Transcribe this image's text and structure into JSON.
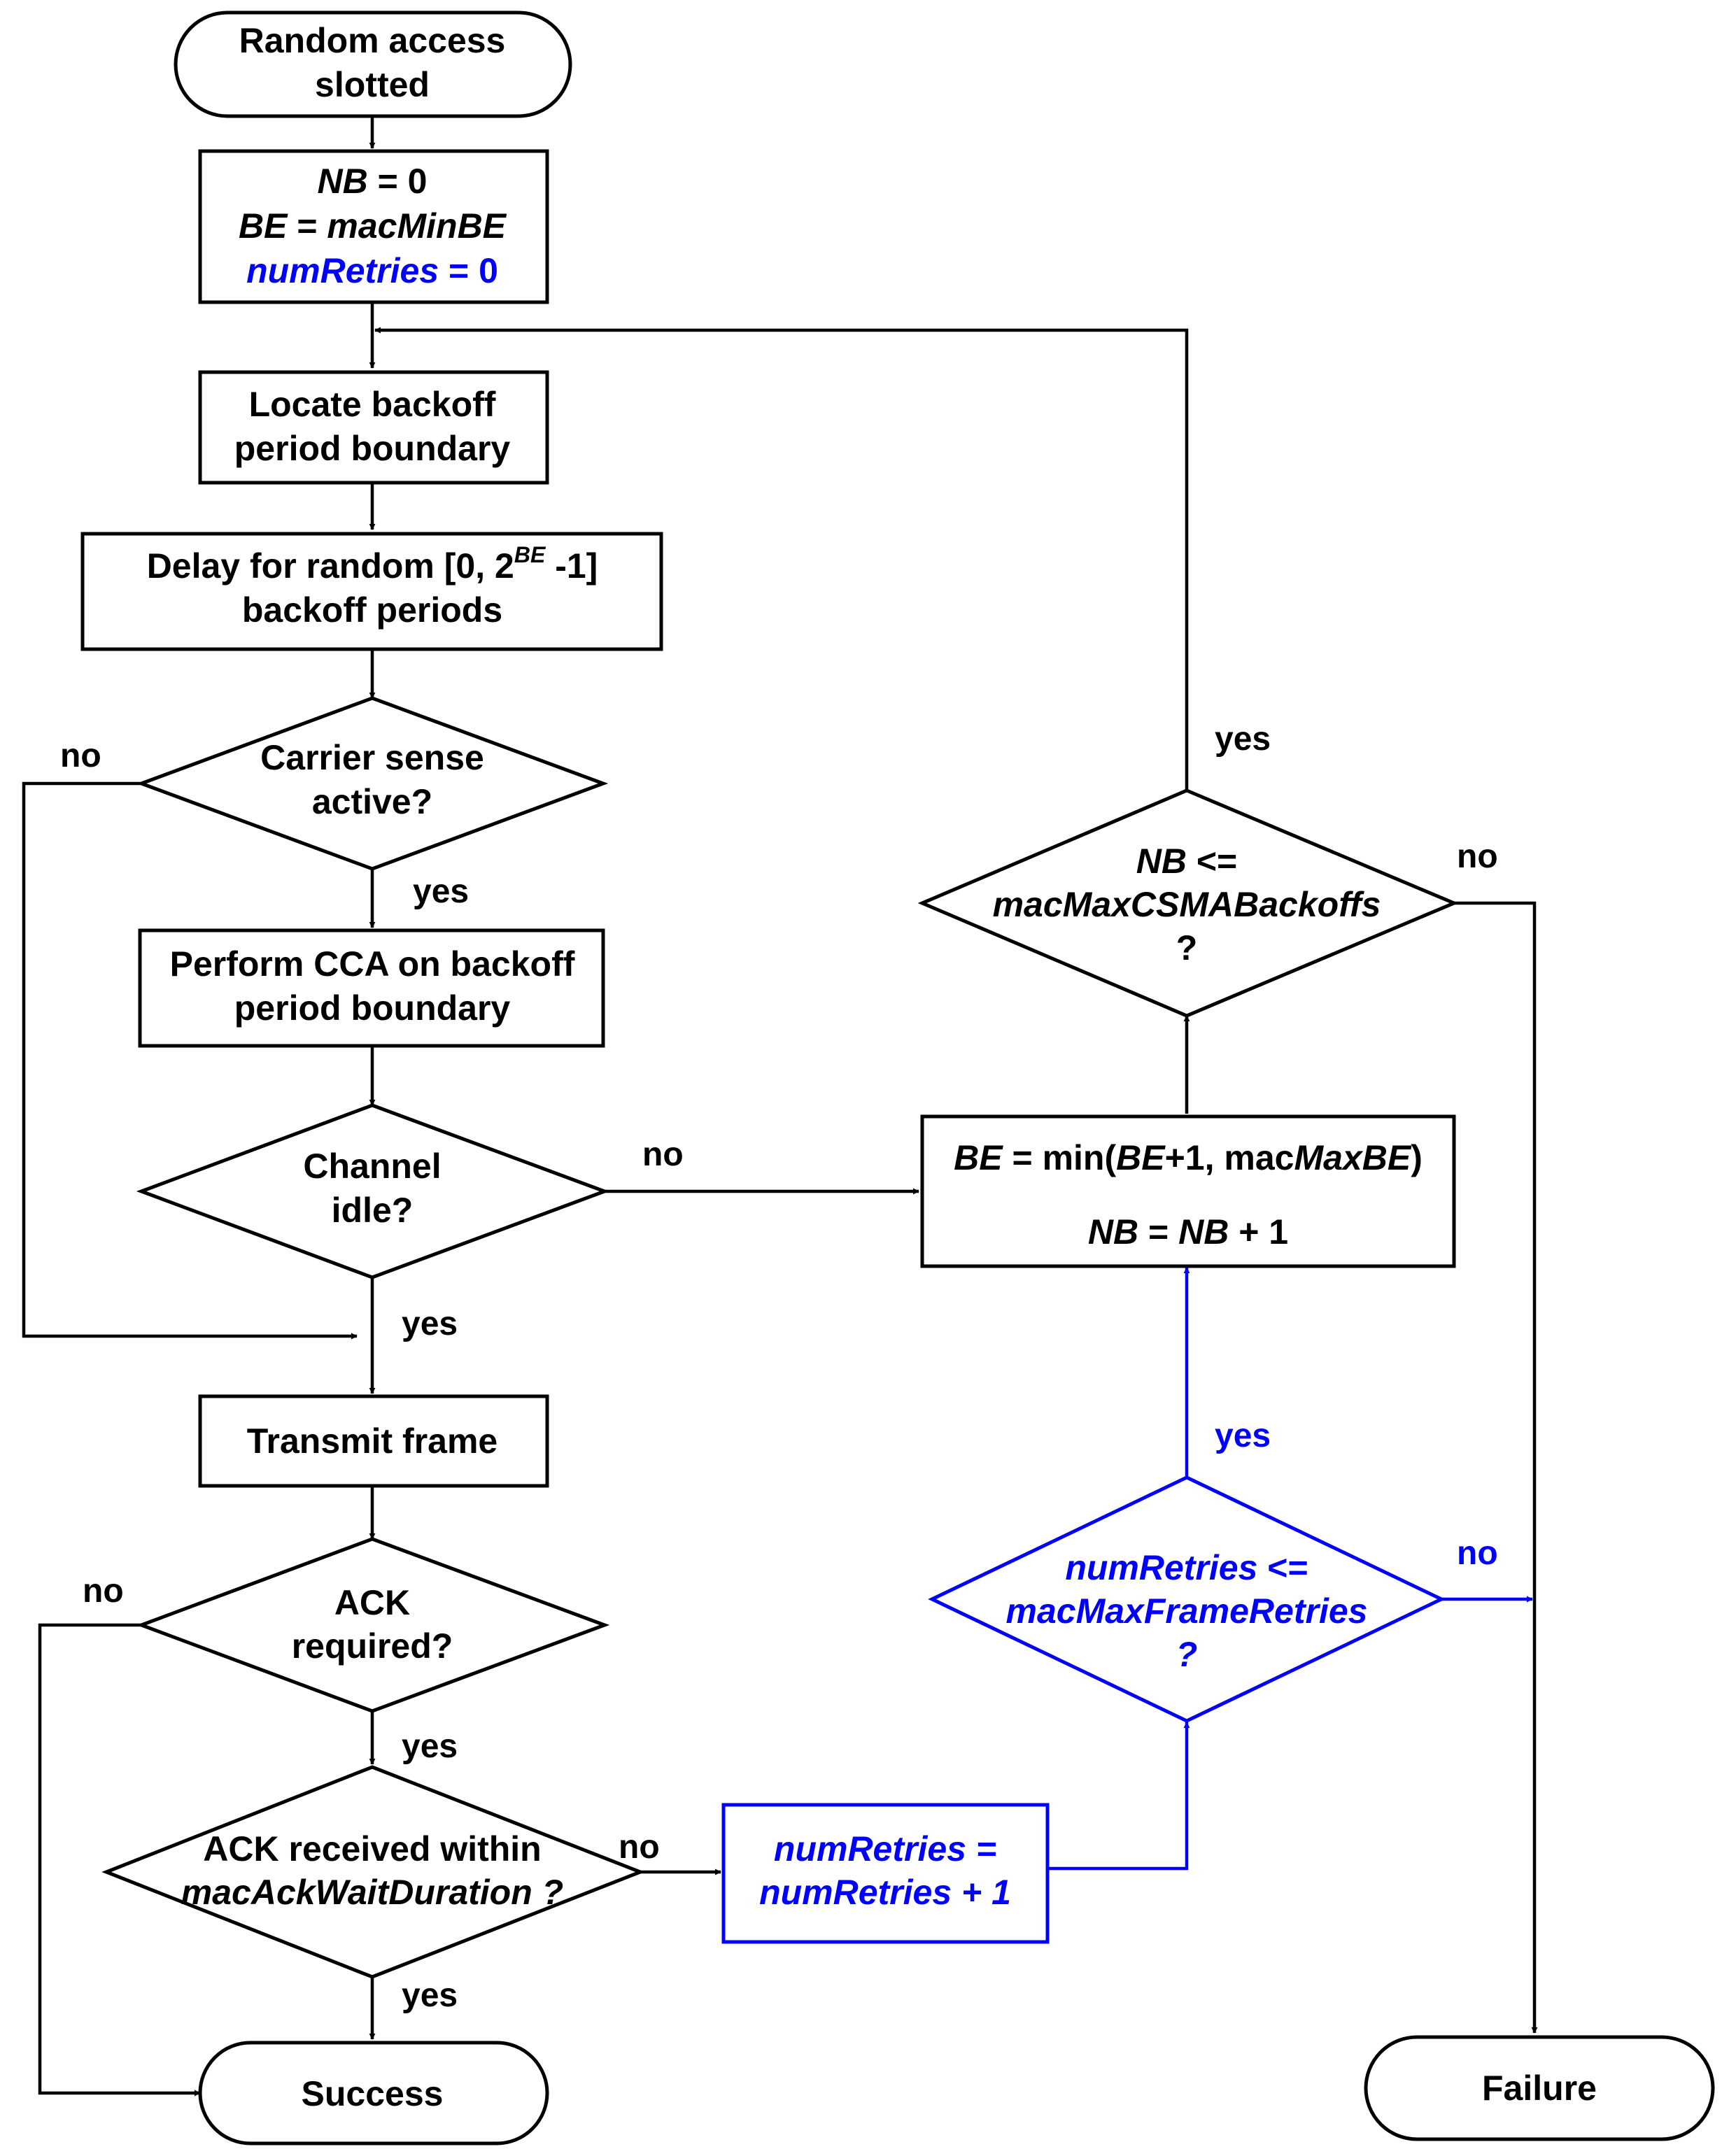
{
  "colors": {
    "primary": "#000000",
    "retry_path": "#0000ff",
    "background": "#ffffff"
  },
  "nodes": {
    "start": {
      "line1": "Random access",
      "line2": "slotted"
    },
    "init": {
      "nb_var": "NB",
      "nb_rest": " = 0",
      "be_var": "BE",
      "be_mid": " = ",
      "be_val": "macMinBE",
      "retries_var": "numRetries",
      "retries_rest": " = 0"
    },
    "locate": {
      "line1": "Locate backoff",
      "line2": "period boundary"
    },
    "delay": {
      "prefix": "Delay for random [0, 2",
      "sup": "BE",
      "suffix": " -1]",
      "line2": "backoff periods"
    },
    "carrier_sense": {
      "line1": "Carrier sense",
      "line2": "active?"
    },
    "perform_cca": {
      "line1": "Perform CCA on backoff",
      "line2": "period boundary"
    },
    "channel_idle": {
      "line1": "Channel",
      "line2": "idle?"
    },
    "transmit": {
      "label": "Transmit frame"
    },
    "ack_required": {
      "line1": "ACK",
      "line2": "required?"
    },
    "ack_received": {
      "line1": "ACK received within",
      "line2": "macAckWaitDuration ?"
    },
    "success": {
      "label": "Success"
    },
    "increment_retries": {
      "line1": "numRetries =",
      "line2": "numRetries + 1"
    },
    "retries_check": {
      "line1_var": "numRetries",
      "line1_op": "  <=",
      "line2": "macMaxFrameRetries",
      "line3": "?"
    },
    "update_be_nb": {
      "be_var": "BE",
      "be_mid": " = min(",
      "be_var2": "BE",
      "be_plus": "+1, mac",
      "be_max": "MaxBE",
      "be_close": ")",
      "nb_var": "NB",
      "nb_mid": " = ",
      "nb_var2": "NB",
      "nb_plus": " + 1"
    },
    "nb_check": {
      "line1_var": "NB",
      "line1_op": " <=",
      "line2": "macMaxCSMABackoffs",
      "line3": "?"
    },
    "failure": {
      "label": "Failure"
    }
  },
  "edge_labels": {
    "carrier_no": "no",
    "carrier_yes": "yes",
    "channel_no": "no",
    "channel_yes": "yes",
    "ack_req_no": "no",
    "ack_req_yes": "yes",
    "ack_recv_no": "no",
    "ack_recv_yes": "yes",
    "retries_yes": "yes",
    "retries_no": "no",
    "nb_yes": "yes",
    "nb_no": "no"
  }
}
